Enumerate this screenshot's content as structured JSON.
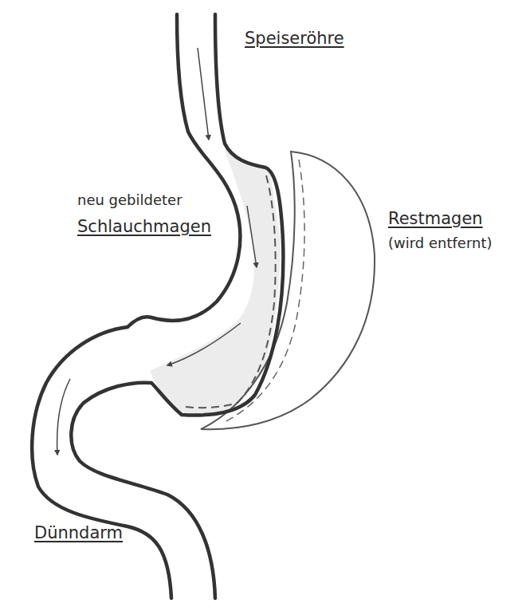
{
  "diagram": {
    "labels": [
      "Speiseröhre",
      "neu gebildeter",
      "Schlauchmagen",
      "Restmagen",
      "(wird entfernt)",
      "Dünndarm"
    ]
  }
}
